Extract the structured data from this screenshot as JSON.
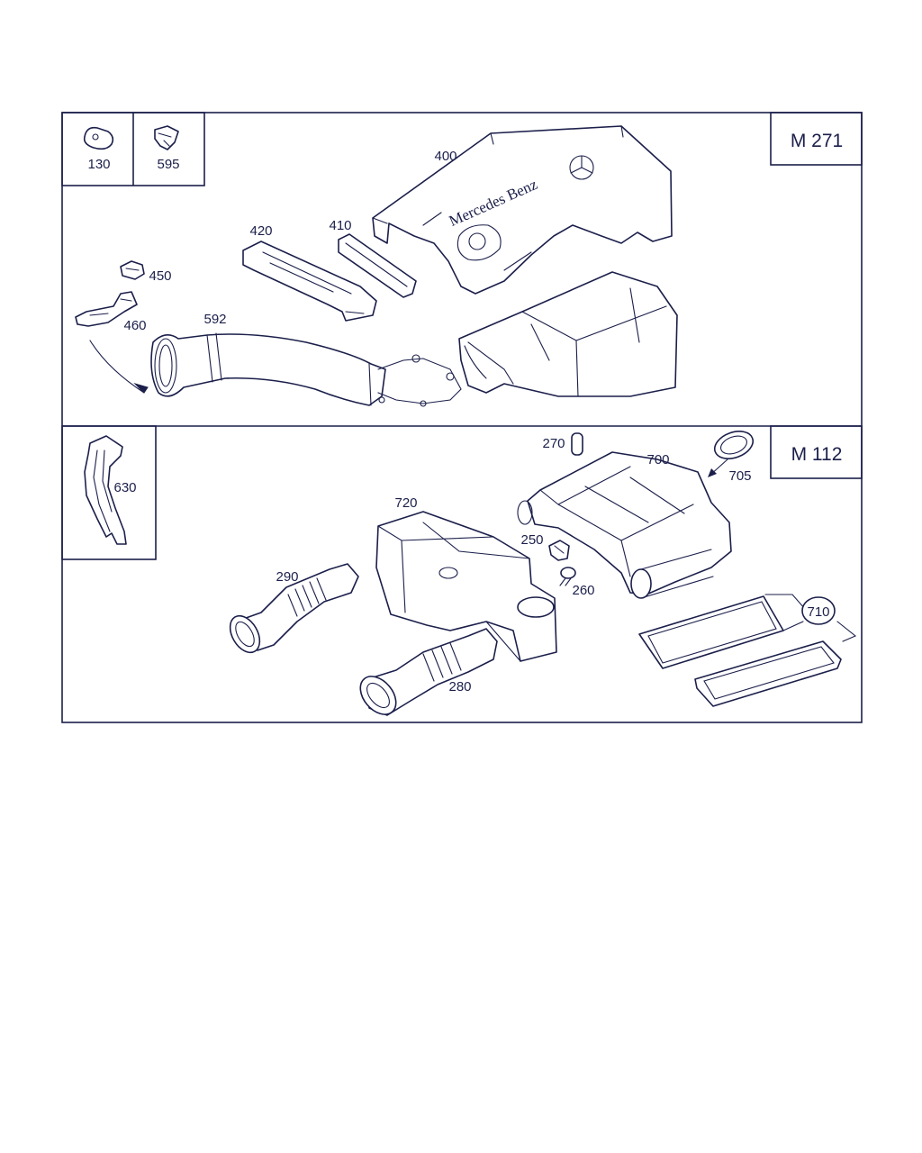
{
  "engines": {
    "top": "M 271",
    "bottom": "M 112"
  },
  "brand_text": "Mercedes Benz",
  "parts": {
    "p130": "130",
    "p595": "595",
    "p400": "400",
    "p420": "420",
    "p410": "410",
    "p450": "450",
    "p460": "460",
    "p592": "592",
    "p630": "630",
    "p270": "270",
    "p700": "700",
    "p705": "705",
    "p720": "720",
    "p250": "250",
    "p260": "260",
    "p290": "290",
    "p710": "710",
    "p280": "280"
  },
  "colors": {
    "line": "#1b1f4a",
    "background": "#ffffff"
  }
}
